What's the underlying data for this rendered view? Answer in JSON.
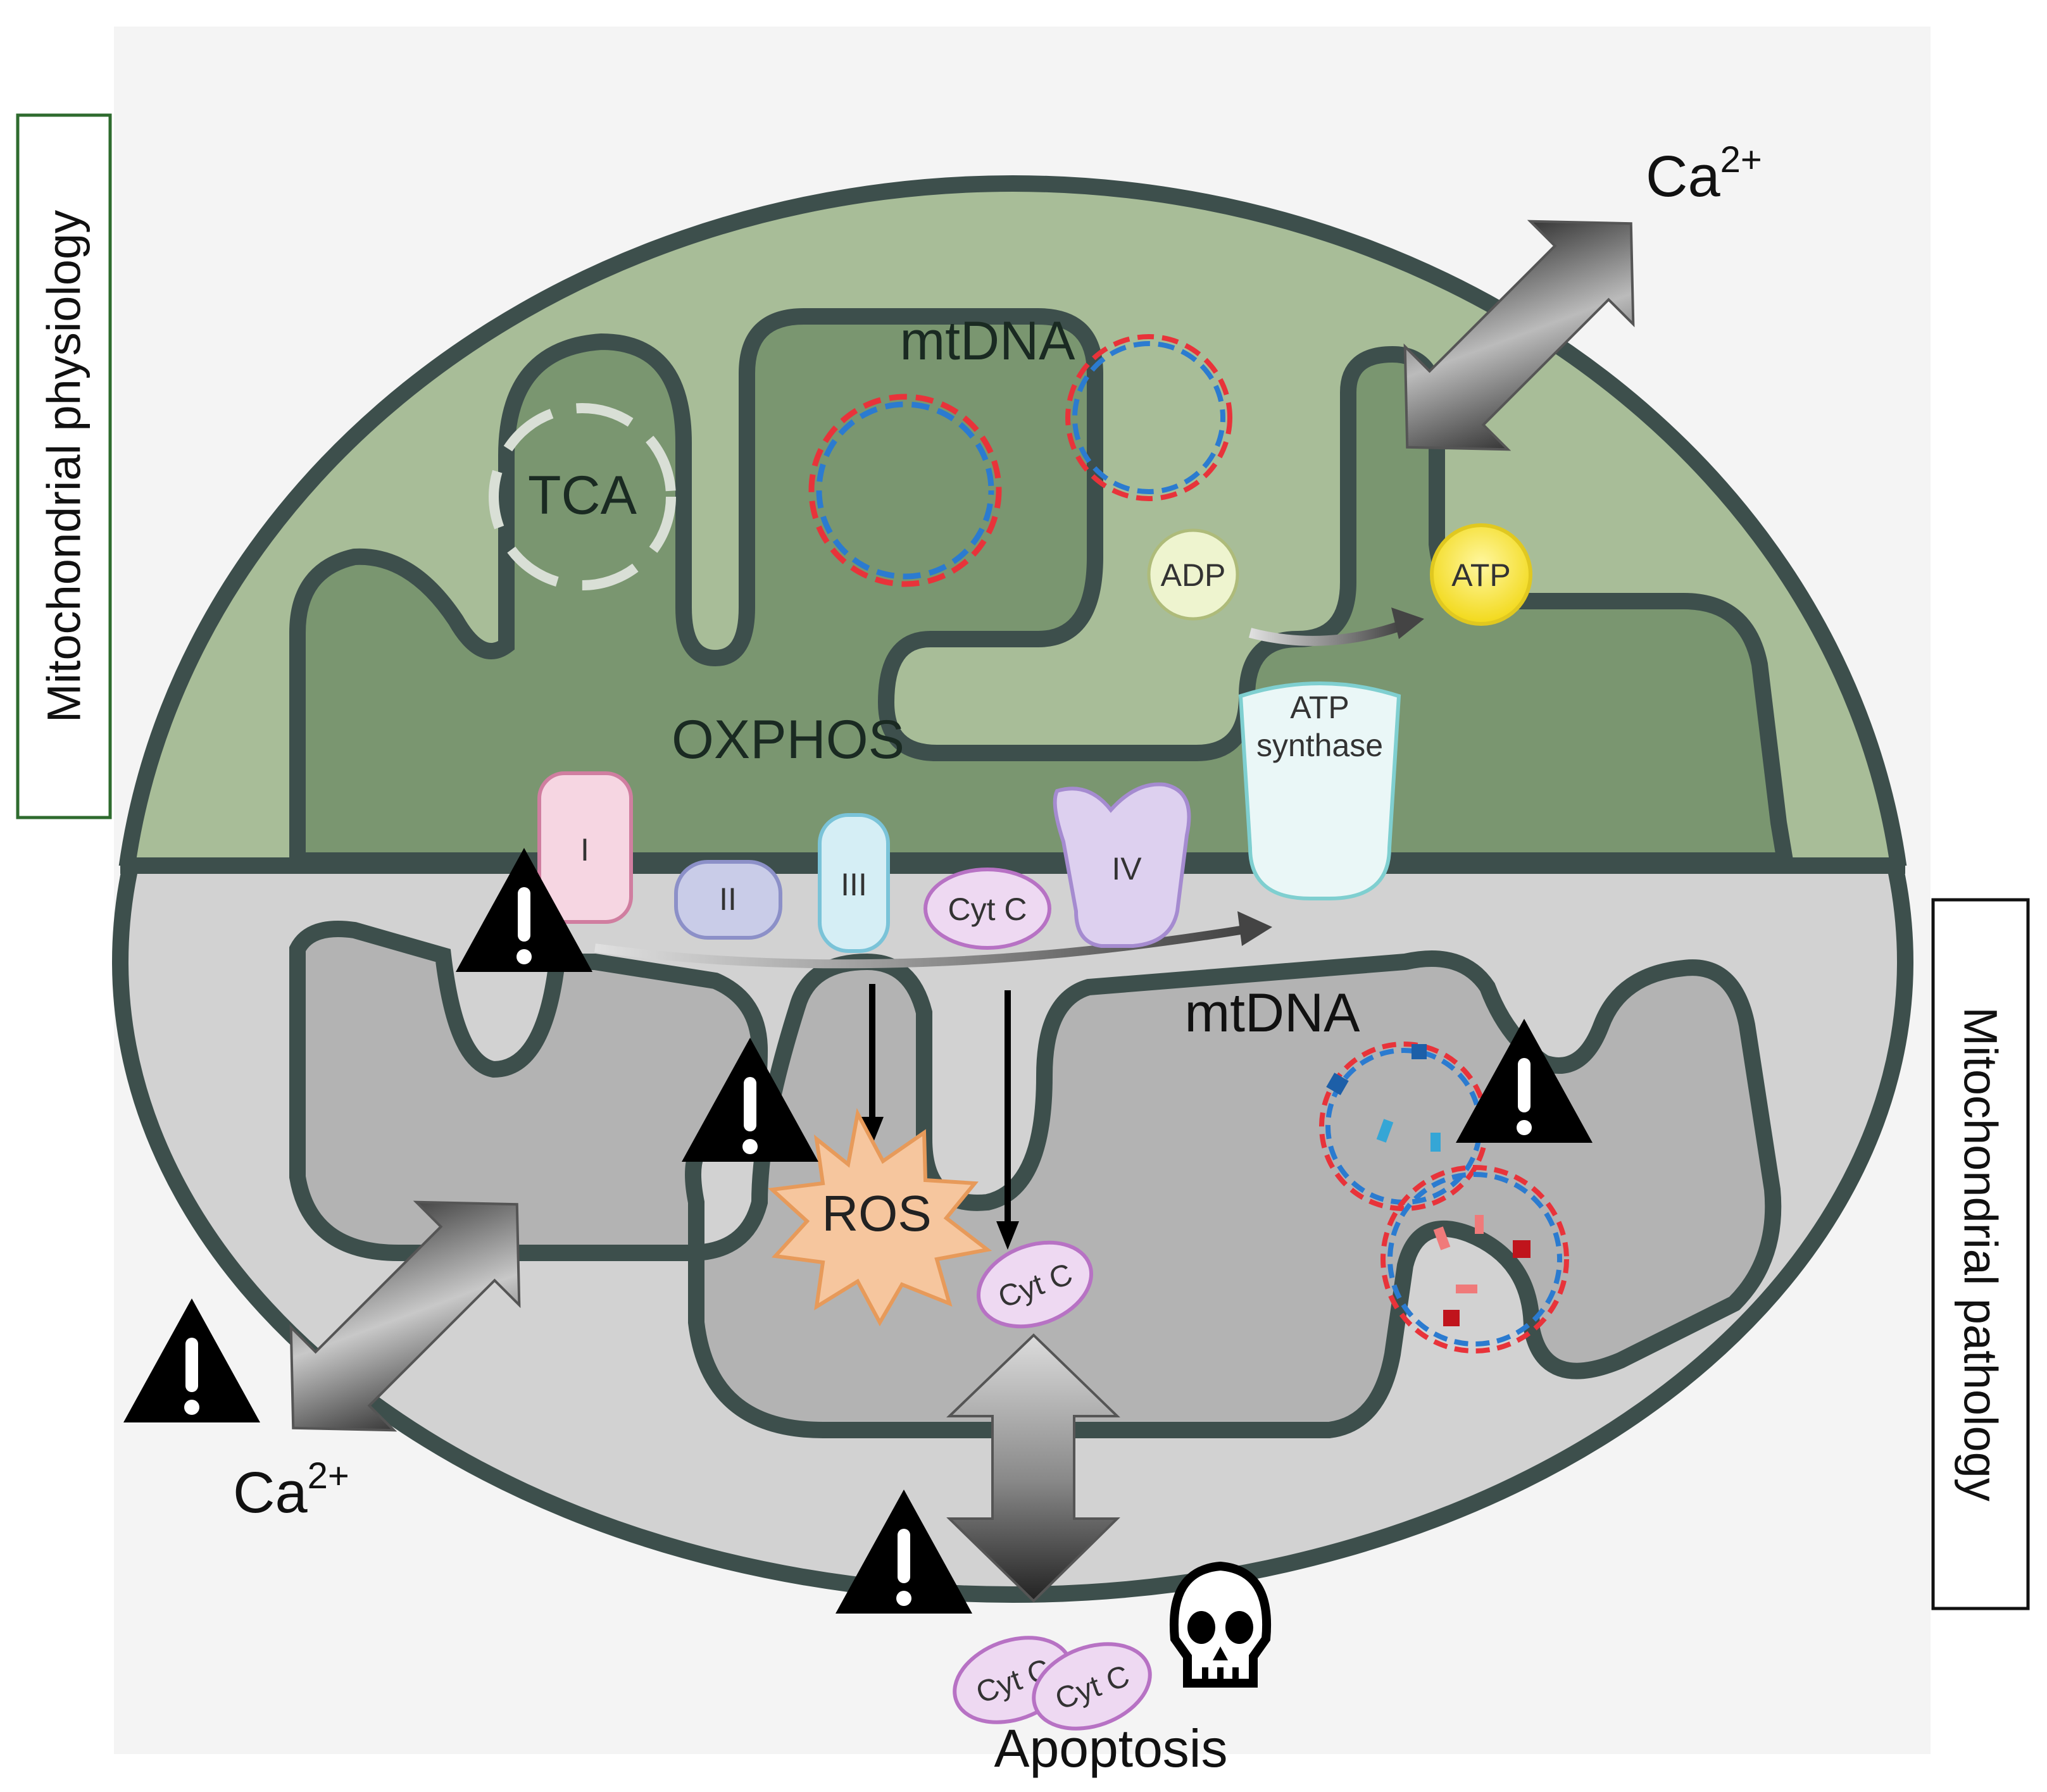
{
  "side_labels": {
    "physiology": "Mitochondrial physiology",
    "pathology": "Mitochondrial pathology"
  },
  "labels": {
    "mtdna_top": "mtDNA",
    "mtdna_bottom": "mtDNA",
    "tca": "TCA",
    "oxphos": "OXPHOS",
    "adp": "ADP",
    "atp": "ATP",
    "atp_synthase_line1": "ATP",
    "atp_synthase_line2": "synthase",
    "complex_i": "I",
    "complex_ii": "II",
    "complex_iii": "III",
    "complex_iv": "IV",
    "cytc_membrane": "Cyt C",
    "cytc_released": "Cyt C",
    "cytc_outside_1": "Cyt C",
    "cytc_outside_2": "Cyt C",
    "ros": "ROS",
    "calcium_top": "Ca",
    "calcium_top_sup": "2+",
    "calcium_bottom": "Ca",
    "calcium_bottom_sup": "2+",
    "apoptosis": "Apoptosis"
  },
  "colors": {
    "physiology_matrix": "#7a9670",
    "physiology_outer": "#a8bd98",
    "pathology_matrix": "#b3b3b3",
    "pathology_outer": "#d2d2d2",
    "membrane": "#3d4f4c",
    "cytc_fill": "#eed9f2",
    "cytc_stroke": "#b772c4",
    "atp_fill": "#f5e63c",
    "adp_fill": "#eef4cf",
    "ros_fill": "#f6c69e",
    "dna_red": "#e8333a",
    "dna_blue": "#2b7bd0",
    "warning": "#000000"
  },
  "icons": [
    "warning-icon",
    "skull-icon",
    "double-arrow-icon",
    "cycle-arrows-icon"
  ]
}
